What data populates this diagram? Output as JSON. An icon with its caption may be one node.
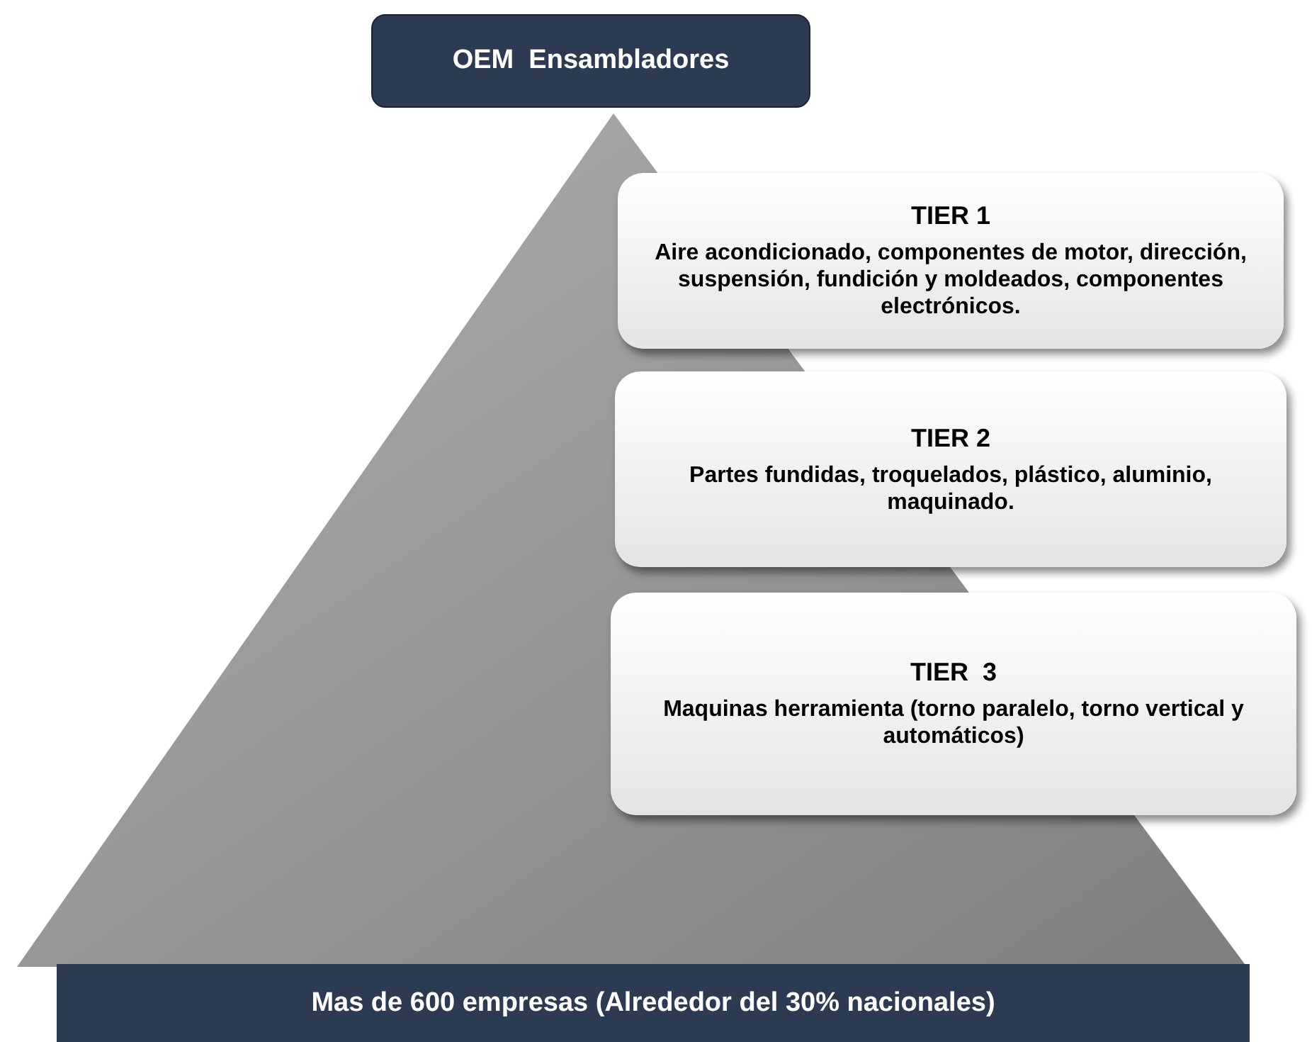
{
  "diagram": {
    "nodes": [
      {
        "text": [
          "OEM  Ensambladores"
        ]
      },
      {
        "text": [
          "TIER 1",
          "Aire acondicionado, componentes de motor, dirección, suspensión, fundición y moldeados, componentes electrónicos."
        ]
      },
      {
        "text": [
          "TIER 2",
          "Partes fundidas, troquelados, plástico, aluminio, maquinado."
        ]
      },
      {
        "text": [
          "TIER  3",
          "Maquinas herramienta (torno paralelo, torno vertical y automáticos)"
        ]
      },
      {
        "text": [
          "Mas de 600 empresas (Alrededor del 30% nacionales)"
        ]
      }
    ]
  }
}
